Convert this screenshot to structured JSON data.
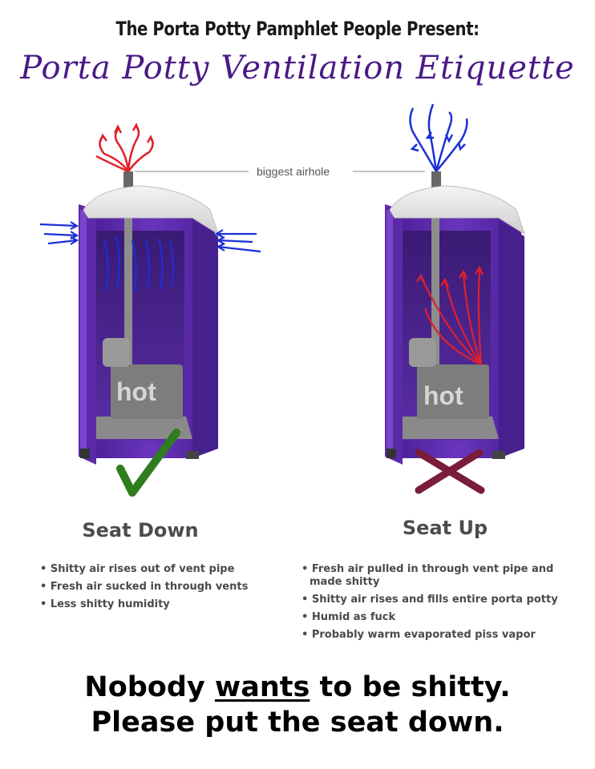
{
  "header": {
    "presenter": "The Porta Potty Pamphlet People Present:",
    "title": "Porta Potty Ventilation Etiquette"
  },
  "illustration": {
    "airhole_label": "biggest airhole",
    "left_tank_label": "hot",
    "right_tank_label": "hot",
    "fresh_air_color": "#1a2fd6",
    "foul_air_color": "#e0202a",
    "potty_color": "#5b2aa8",
    "check_color": "#2e7d1f",
    "cross_color": "#7a1c3a"
  },
  "seat_down": {
    "heading": "Seat Down",
    "icon": "check-mark-icon",
    "bullets": [
      "Shitty air rises out of vent pipe",
      "Fresh air sucked in through vents",
      "Less shitty humidity"
    ]
  },
  "seat_up": {
    "heading": "Seat Up",
    "icon": "cross-mark-icon",
    "bullets": [
      "Fresh air pulled in through vent pipe and made shitty",
      "Shitty air rises and fills entire porta potty",
      "Humid as fuck",
      "Probably warm evaporated piss vapor"
    ]
  },
  "footer": {
    "line1_before": "Nobody ",
    "line1_emph": "wants",
    "line1_after": " to be shitty.",
    "line2": "Please put the seat down."
  }
}
